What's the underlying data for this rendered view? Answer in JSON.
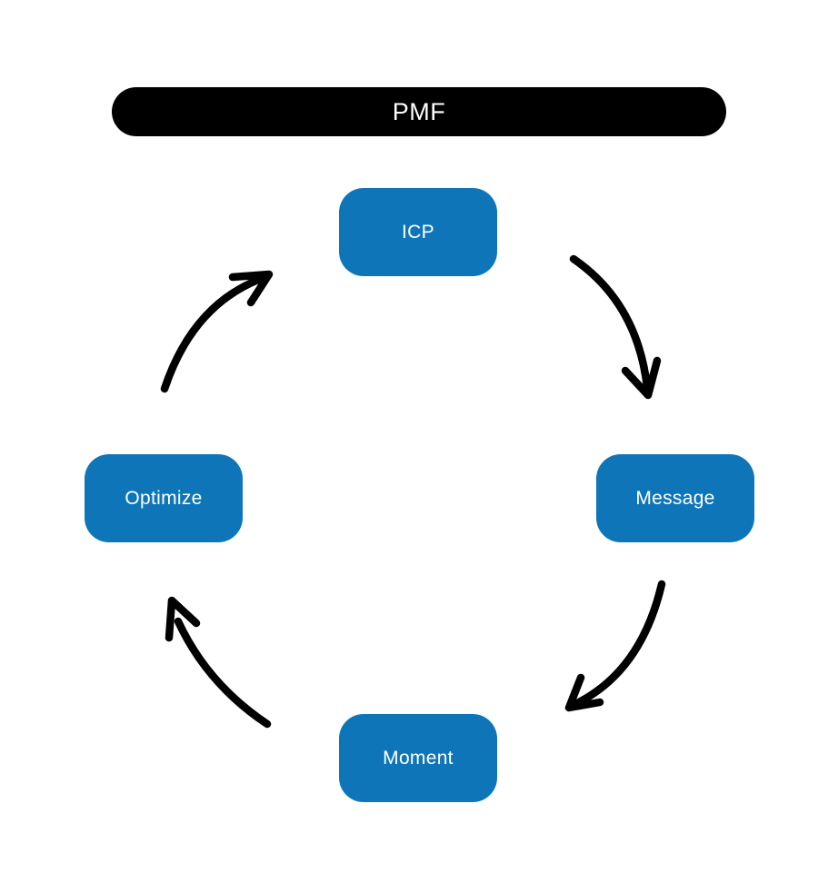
{
  "diagram": {
    "title": "PMF",
    "nodes": [
      {
        "id": "icp",
        "label": "ICP"
      },
      {
        "id": "message",
        "label": "Message"
      },
      {
        "id": "moment",
        "label": "Moment"
      },
      {
        "id": "optimize",
        "label": "Optimize"
      }
    ],
    "arrows": [
      {
        "from": "ICP",
        "to": "Message"
      },
      {
        "from": "Message",
        "to": "Moment"
      },
      {
        "from": "Moment",
        "to": "Optimize"
      },
      {
        "from": "Optimize",
        "to": "ICP"
      }
    ]
  },
  "colors": {
    "background": "#ffffff",
    "pill-fill": "#000000",
    "pill-text": "#ffffff",
    "node-fill": "#0e76b8",
    "node-text": "#ffffff",
    "arrow": "#000000"
  }
}
